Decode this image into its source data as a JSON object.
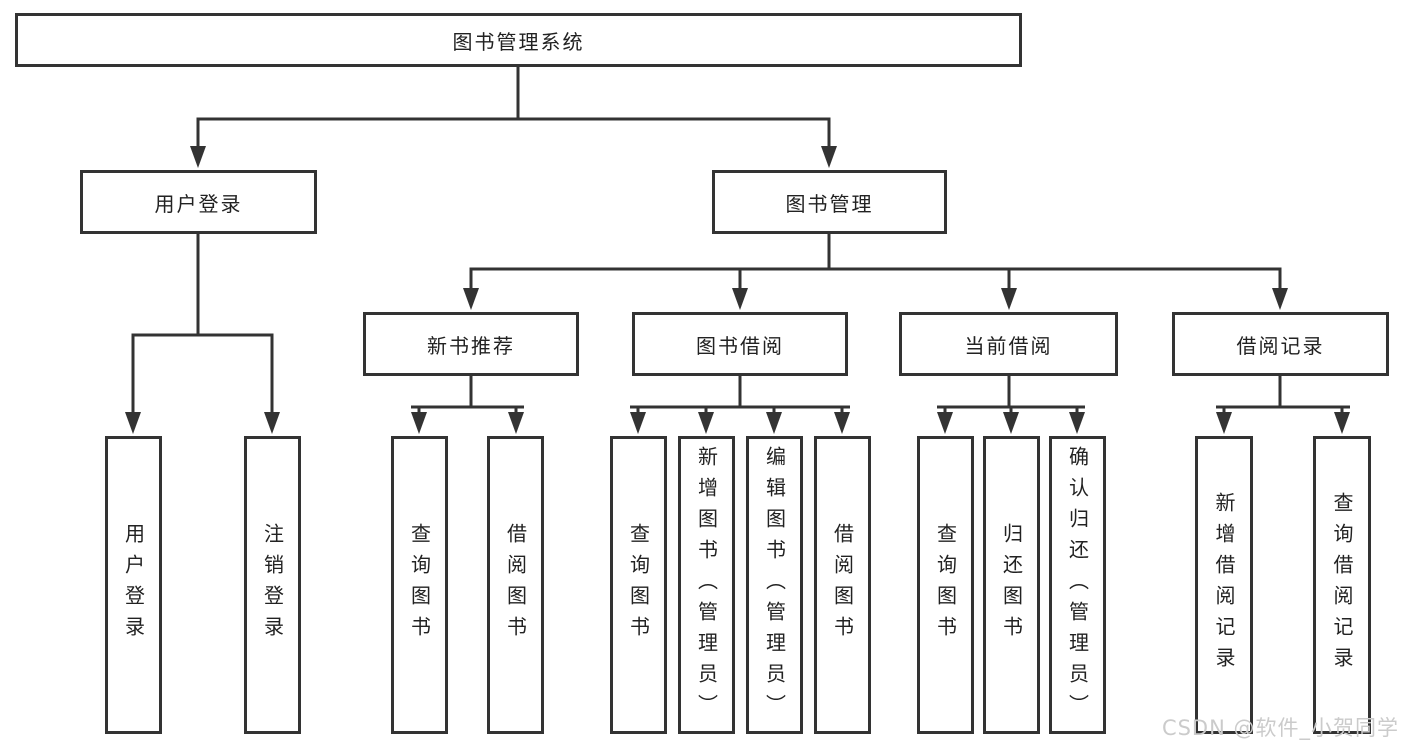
{
  "diagram": {
    "root": {
      "label": "图书管理系统",
      "children": [
        {
          "label": "用户登录",
          "children": [
            {
              "label": "用户登录"
            },
            {
              "label": "注销登录"
            }
          ]
        },
        {
          "label": "图书管理",
          "children": [
            {
              "label": "新书推荐",
              "children": [
                {
                  "label": "查询图书"
                },
                {
                  "label": "借阅图书"
                }
              ]
            },
            {
              "label": "图书借阅",
              "children": [
                {
                  "label": "查询图书"
                },
                {
                  "label": "新增图书（管理员）"
                },
                {
                  "label": "编辑图书（管理员）"
                },
                {
                  "label": "借阅图书"
                }
              ]
            },
            {
              "label": "当前借阅",
              "children": [
                {
                  "label": "查询图书"
                },
                {
                  "label": "归还图书"
                },
                {
                  "label": "确认归还（管理员）"
                }
              ]
            },
            {
              "label": "借阅记录",
              "children": [
                {
                  "label": "新增借阅记录"
                },
                {
                  "label": "查询借阅记录"
                }
              ]
            }
          ]
        }
      ]
    },
    "watermark": "CSDN @软件_小贺同学",
    "colors": {
      "line": "#333333",
      "box_border": "#333333",
      "text": "#222222",
      "watermark": "#cbcbcb",
      "background": "#ffffff"
    }
  }
}
